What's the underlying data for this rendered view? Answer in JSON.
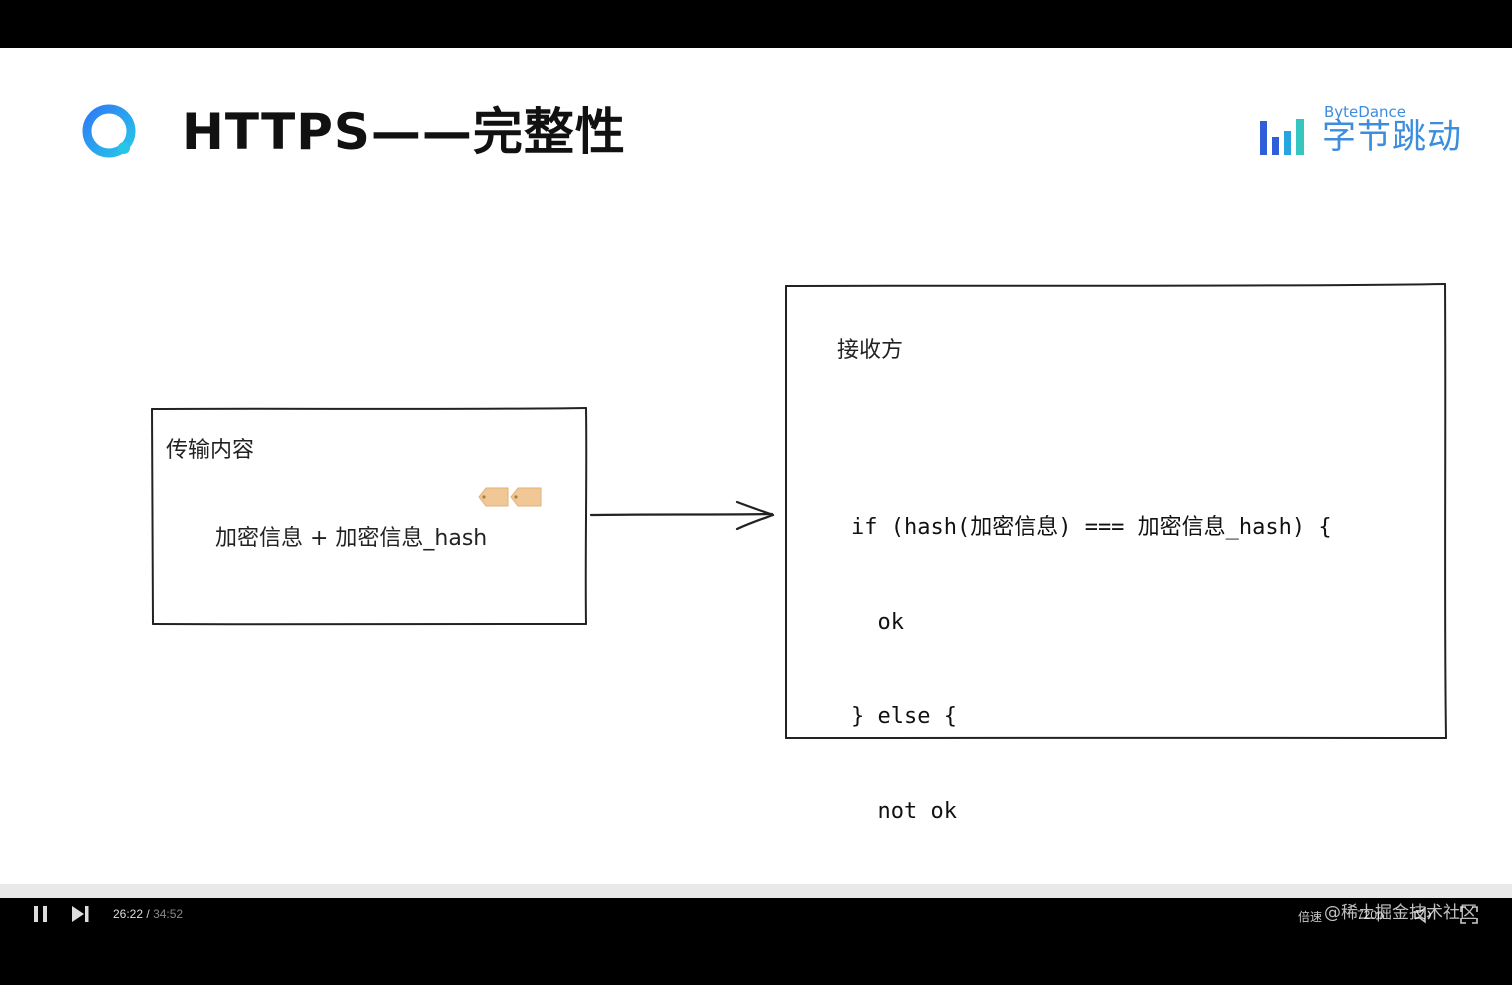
{
  "slide": {
    "title": "HTTPS——完整性",
    "brand": {
      "en": "ByteDance",
      "cn": "字节跳动",
      "color": "#3c8dde"
    },
    "sender_box": {
      "label": "传输内容",
      "content": "加密信息 + 加密信息_hash"
    },
    "receiver_box": {
      "label": "接收方",
      "code_lines": [
        "if (hash(加密信息) === 加密信息_hash) {",
        "  ok",
        "} else {",
        "  not ok",
        "}"
      ]
    },
    "icons": {
      "logo": "app-logo-icon",
      "tag": "tag-icon",
      "arrow": "arrow-right-icon"
    }
  },
  "player": {
    "current_time": "26:22",
    "separator": "/",
    "total_time": "34:52",
    "speed_label": "倍速",
    "quality_label": "720p",
    "watermark": "@稀土掘金技术社区",
    "icons": [
      "pause-icon",
      "next-icon",
      "volume-icon",
      "fullscreen-icon"
    ]
  }
}
